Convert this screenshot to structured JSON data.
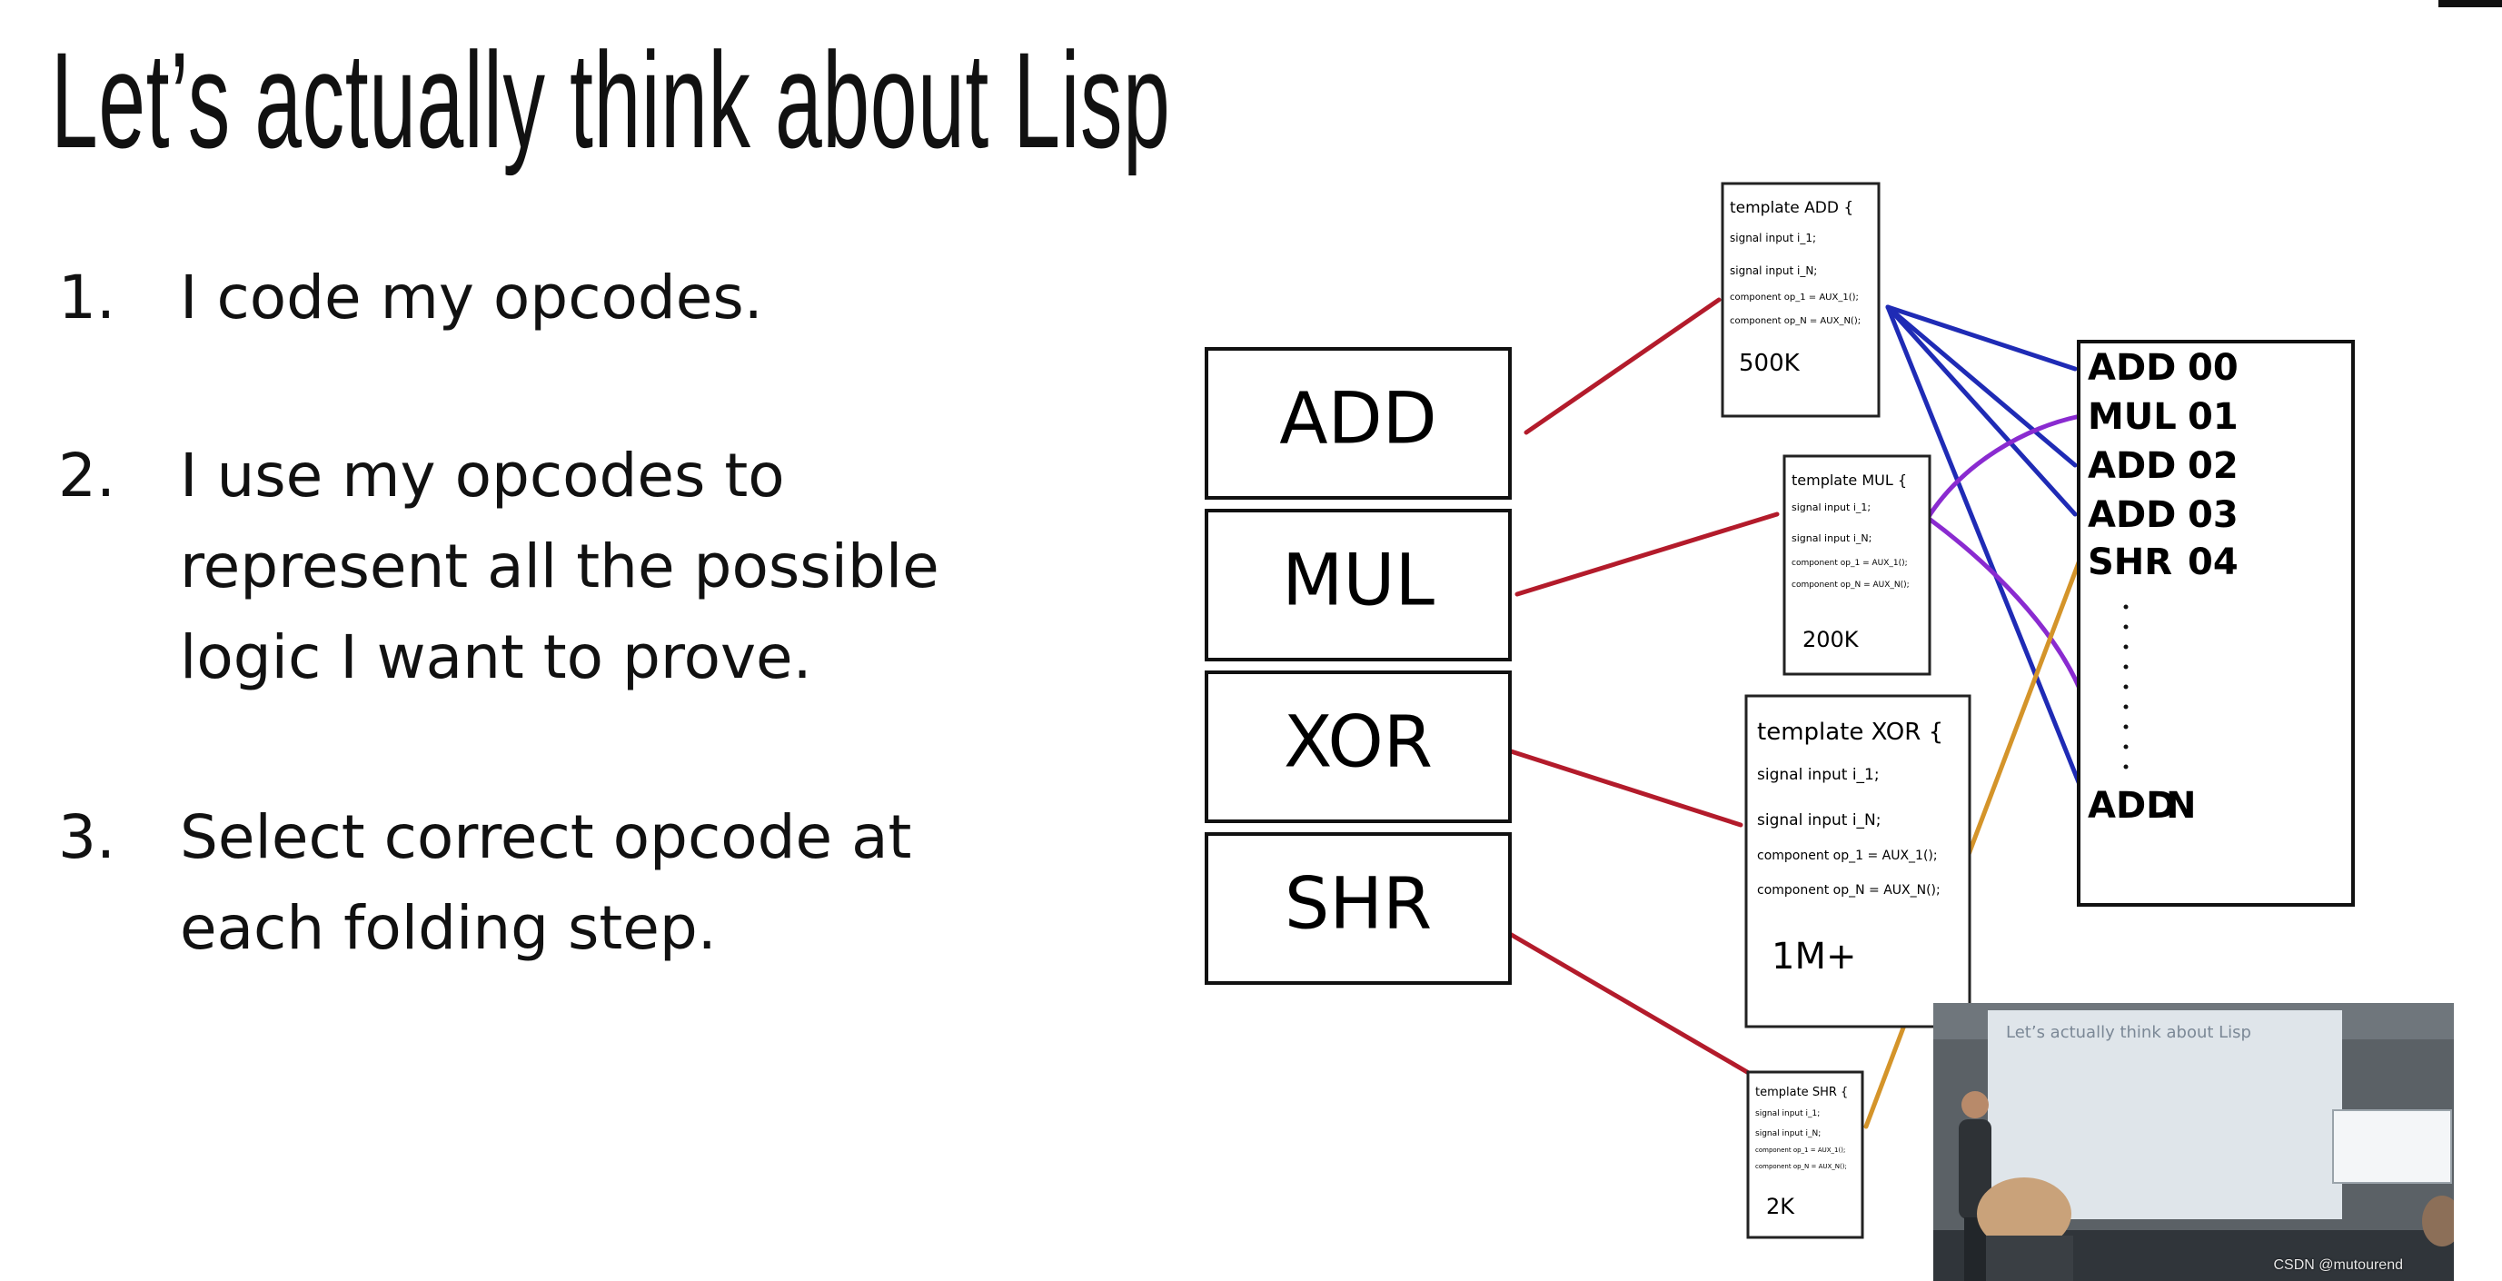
{
  "slide": {
    "title": "Let’s actually think about Lisp",
    "steps": [
      {
        "num": "1.",
        "text": "I code my opcodes."
      },
      {
        "num": "2.",
        "text": "I use my opcodes to represent all the possible logic I want to prove."
      },
      {
        "num": "3.",
        "text": "Select correct opcode at each folding step."
      }
    ]
  },
  "diagram": {
    "opcodes": [
      "ADD",
      "MUL",
      "XOR",
      "SHR"
    ],
    "templates": [
      {
        "name": "ADD",
        "cost": "500K",
        "lines": [
          "template ADD {",
          "signal input i_1;",
          "signal input i_N;",
          "component op_1 = AUX_1();",
          "component op_N = AUX_N();"
        ]
      },
      {
        "name": "MUL",
        "cost": "200K",
        "lines": [
          "template MUL {",
          "signal input i_1;",
          "signal input i_N;",
          "component op_1 = AUX_1();",
          "component op_N = AUX_N();"
        ]
      },
      {
        "name": "XOR",
        "cost": "1M+",
        "lines": [
          "template XOR {",
          "signal input i_1;",
          "signal input i_N;",
          "component op_1 = AUX_1();",
          "component op_N = AUX_N();"
        ]
      },
      {
        "name": "SHR",
        "cost": "2K",
        "lines": [
          "template SHR {",
          "signal input i_1;",
          "signal input i_N;",
          "component op_1 = AUX_1();",
          "component op_N = AUX_N();"
        ]
      }
    ],
    "program": [
      {
        "op": "ADD",
        "index": "00"
      },
      {
        "op": "MUL",
        "index": "01"
      },
      {
        "op": "ADD",
        "index": "02"
      },
      {
        "op": "ADD",
        "index": "03"
      },
      {
        "op": "SHR",
        "index": "04"
      }
    ],
    "program_last": {
      "op": "ADD",
      "index": "N"
    },
    "colors": {
      "red": "#b31b2b",
      "blue": "#1f2bb5",
      "purple": "#8a2bd0",
      "orange": "#d4942a"
    }
  },
  "video": {
    "watermark": "CSDN @mutourend",
    "screen_title": "Let’s actually think about Lisp"
  }
}
